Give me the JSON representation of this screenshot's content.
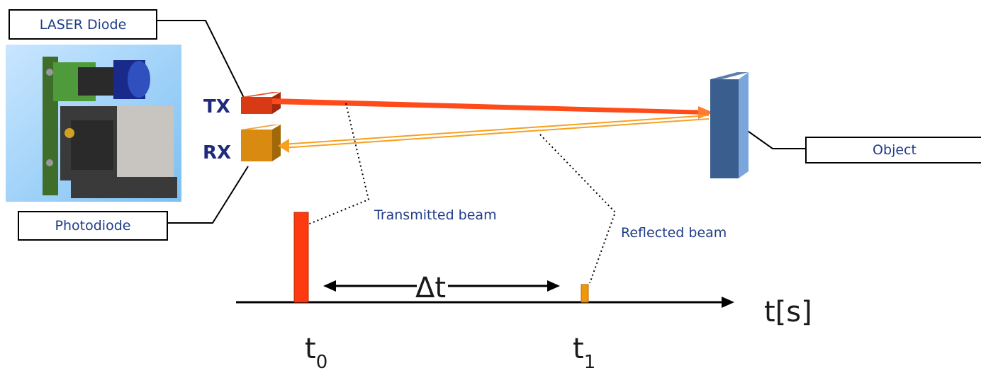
{
  "labels": {
    "laser_diode": "LASER Diode",
    "photodiode": "Photodiode",
    "object": "Object",
    "tx": "TX",
    "rx": "RX",
    "transmitted": "Transmitted beam",
    "reflected": "Reflected beam",
    "delta_t": "Δt",
    "axis": "t[s]",
    "t0_base": "t",
    "t0_sub": "0",
    "t1_base": "t",
    "t1_sub": "1"
  },
  "colors": {
    "tx_beam": "#ff4a1a",
    "rx_beam": "#f7a020",
    "object": "#3a5f8f",
    "tx_box": "#d93a16",
    "rx_box": "#d98a10",
    "text_blue": "#1f3c88"
  }
}
